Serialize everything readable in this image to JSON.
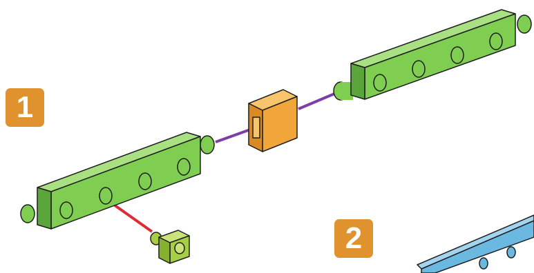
{
  "steps": [
    {
      "number": "1"
    },
    {
      "number": "2"
    }
  ],
  "colors": {
    "beam_green": "#7fce52",
    "beam_green_dark": "#5aa63a",
    "connector_orange": "#f0a63a",
    "cap_yellow_green": "#a6cf45",
    "connector_line_purple": "#7a3fa8",
    "connector_line_red": "#e02a36",
    "beam_blue": "#6bb8e0",
    "badge_orange": "#e0922e"
  },
  "icons": [
    "green-beam",
    "orange-connector-block",
    "green-end-cap",
    "blue-beam"
  ]
}
